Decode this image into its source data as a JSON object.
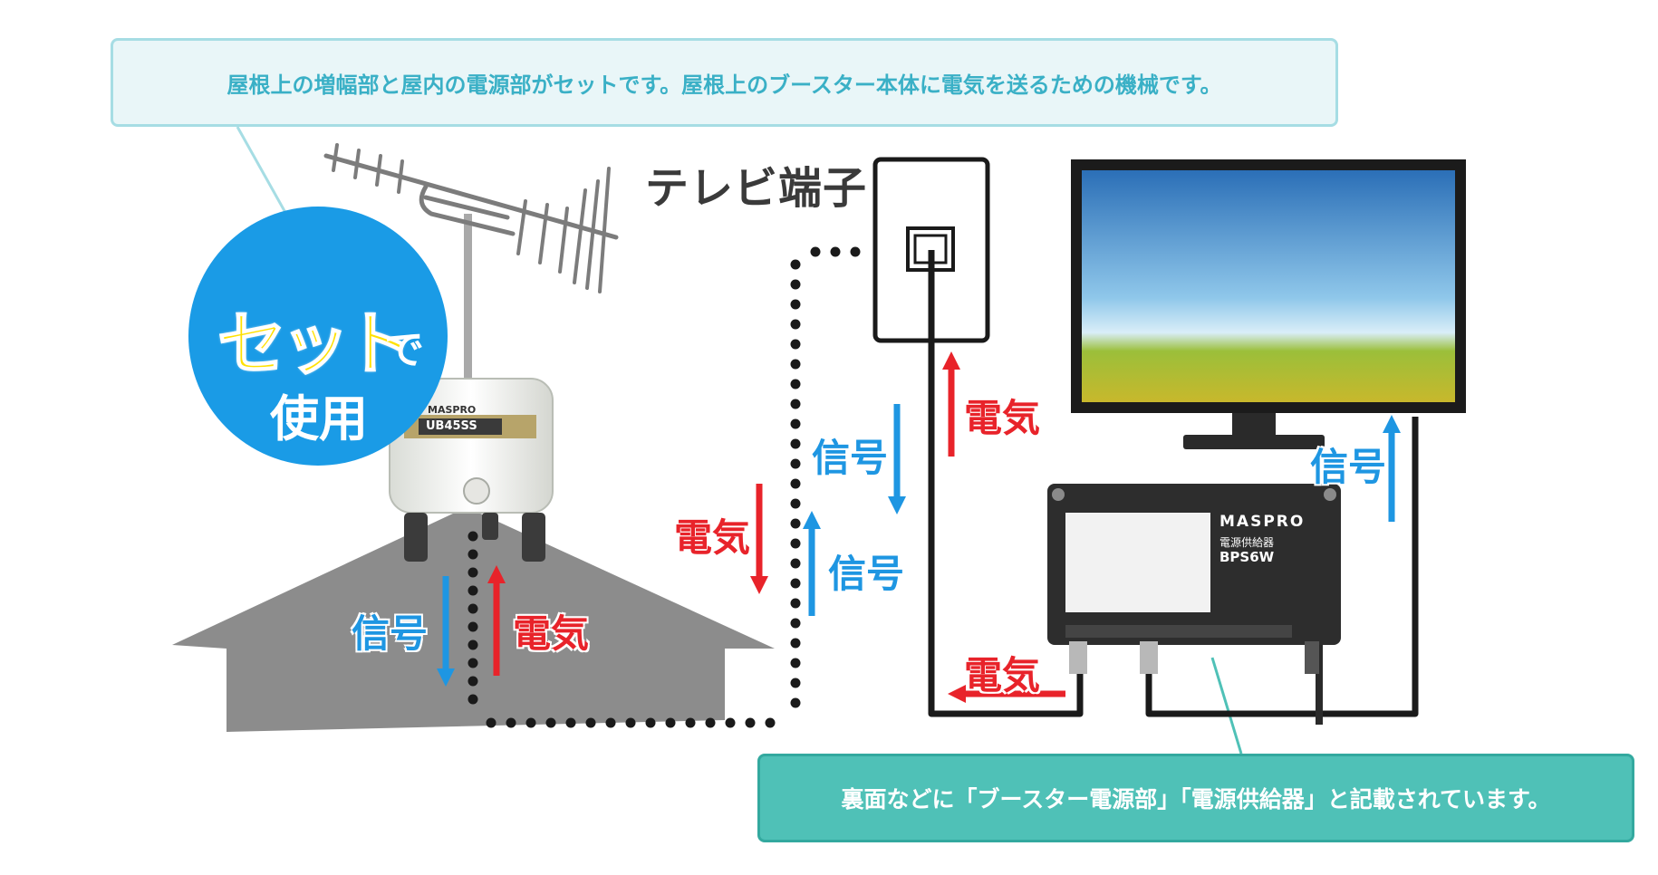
{
  "callouts": {
    "top": "屋根上の増幅部と屋内の電源部がセットです。屋根上のブースター本体に電気を送るための機械です。",
    "bottom": "裏面などに「ブースター電源部」「電源供給器」と記載されています。"
  },
  "badge": {
    "line1": "セット",
    "line2": "で",
    "line3": "使用"
  },
  "terminal": {
    "title": "テレビ端子"
  },
  "booster": {
    "brand": "MASPRO",
    "model": "UB45SS"
  },
  "power_supply": {
    "brand": "MASPRO",
    "name": "電源供給器",
    "model": "BPS6W"
  },
  "flow_labels": {
    "signal": "信号",
    "power": "電気"
  },
  "colors": {
    "signal": "#1e96e2",
    "power": "#e8232a",
    "badge": "#1a9be6",
    "callout_top_border": "#a6dde4",
    "callout_bottom_fill": "#4fc1b7"
  }
}
